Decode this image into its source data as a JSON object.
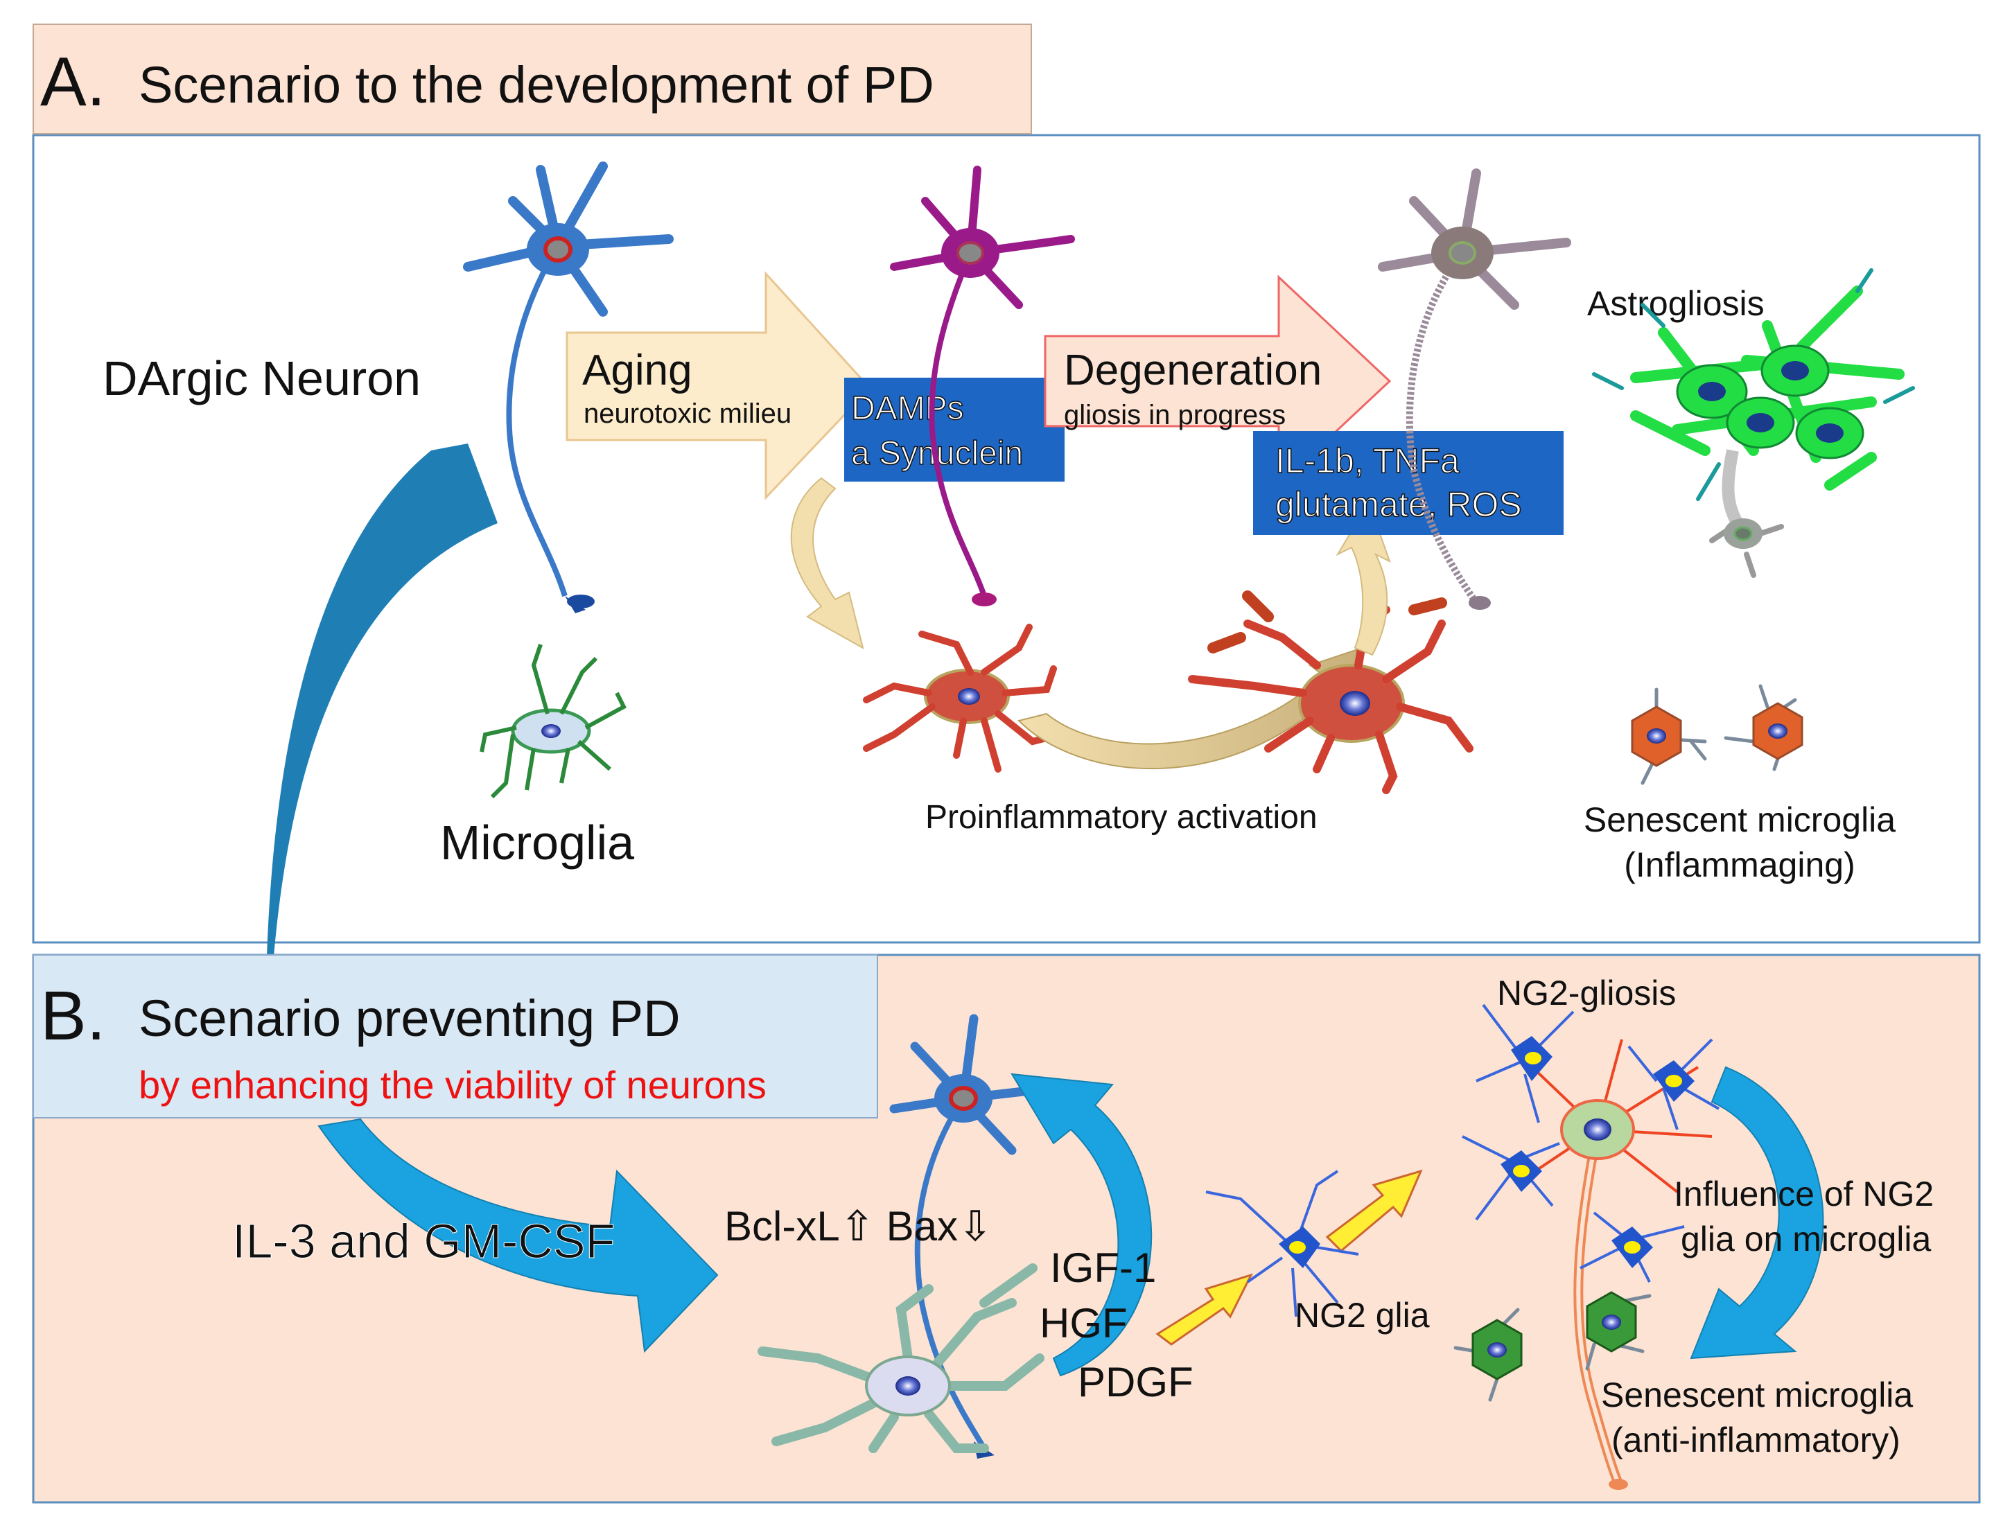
{
  "panel_a": {
    "letter": "A.",
    "title": "Scenario to the development of PD",
    "neuron_label": "DArgic Neuron",
    "microglia_label": "Microglia",
    "aging": {
      "title": "Aging",
      "subtitle": "neurotoxic milieu"
    },
    "degeneration": {
      "title": "Degeneration",
      "subtitle": "gliosis in progress"
    },
    "damps_box": {
      "line1": "DAMPs",
      "line2": "a Synuclein"
    },
    "cytokine_box": {
      "line1": "IL-1b, TNFa",
      "line2": "glutamate, ROS"
    },
    "astrogliosis_label": "Astrogliosis",
    "proinflammatory_label": "Proinflammatory activation",
    "senescent_label_1": "Senescent microglia",
    "senescent_label_2": "(Inflammaging)"
  },
  "panel_b": {
    "letter": "B.",
    "title": "Scenario preventing PD",
    "subtitle": "by enhancing the viability of neurons",
    "il3_label": "IL-3 and GM-CSF",
    "bcl_label": "Bcl-xL⇧ Bax⇩",
    "igf_label": "IGF-1",
    "hgf_label": "HGF",
    "pdgf_label": "PDGF",
    "ng2_glia_label": "NG2 glia",
    "ng2_gliosis_label": "NG2-gliosis",
    "influence_line1": "Influence of NG2",
    "influence_line2": "glia on microglia",
    "senescent_label_1": "Senescent microglia",
    "senescent_label_2": "(anti-inflammatory)"
  },
  "colors": {
    "panel_a_header_bg": "#fde3d4",
    "panel_b_bg": "#fde3d4",
    "panel_b_header_bg": "#d8e8f4",
    "big_arrow_blue": "#1f7fb5",
    "cyan_arrow": "#1aa3e0",
    "aging_arrow": "#fdeccb",
    "text_box_blue": "#1e66c4",
    "subtitle_red": "#ee1111",
    "astrocyte_green": "#22dd44",
    "ng2_blue": "#2255cc",
    "ng2_nucleus_yellow": "#ffee00",
    "yellow_arrow": "#ffee33"
  }
}
